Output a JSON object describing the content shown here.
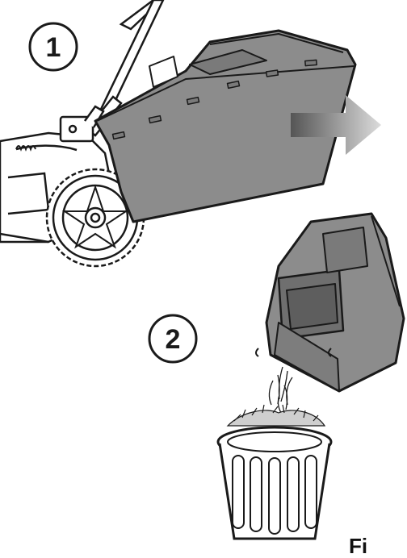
{
  "steps": [
    {
      "number": "1",
      "description_icon": "remove-grass-bag"
    },
    {
      "number": "2",
      "description_icon": "empty-grass-bag"
    }
  ],
  "figure_label": "Fi",
  "colors": {
    "bag_fill": "#8c8c8c",
    "bag_dark": "#6f6f6f",
    "outline": "#1a1a1a",
    "arrow_start": "#555555",
    "arrow_end": "#d9d9d9"
  }
}
